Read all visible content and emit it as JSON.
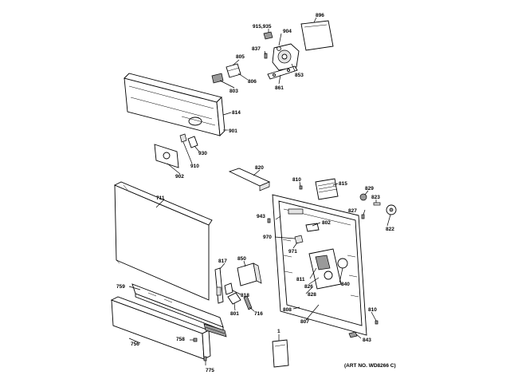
{
  "diagram": {
    "art_number": "(ART NO. WD8266 C)",
    "part_labels": {
      "p896": "896",
      "p915_935": "915,935",
      "p904": "904",
      "p837": "837",
      "p805": "805",
      "p853": "853",
      "p806": "806",
      "p861": "861",
      "p803": "803",
      "p814": "814",
      "p901": "901",
      "p930": "930",
      "p910": "910",
      "p902": "902",
      "p820": "820",
      "p810a": "810",
      "p815": "815",
      "p829": "829",
      "p823": "823",
      "p711": "711",
      "p943": "943",
      "p802": "802",
      "p827": "827",
      "p822": "822",
      "p970": "970",
      "p971": "971",
      "p817": "817",
      "p850": "850",
      "p811": "811",
      "p826": "826",
      "p840": "840",
      "p828": "828",
      "p759": "759",
      "p818": "818",
      "p801": "801",
      "p716": "716",
      "p808": "808",
      "p807": "807",
      "p810b": "810",
      "p756": "756",
      "p758": "758",
      "p843": "843",
      "p1": "1",
      "p775": "775"
    }
  }
}
